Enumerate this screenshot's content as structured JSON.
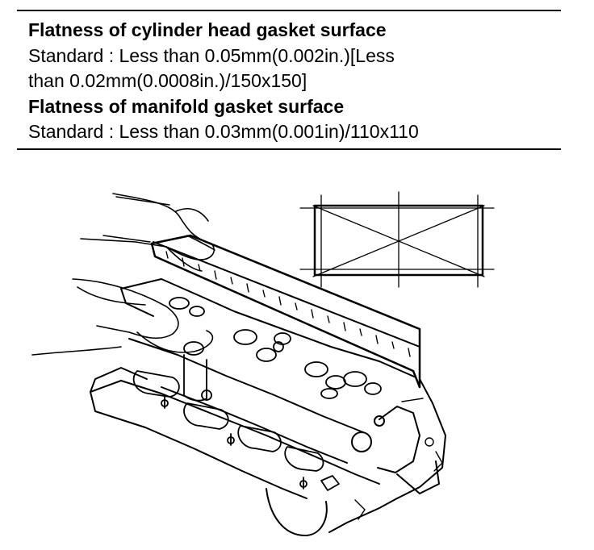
{
  "spec": {
    "cylinder_head": {
      "heading": "Flatness of cylinder head gasket surface",
      "standard_line1": "Standard :  Less than 0.05mm(0.002in.)[Less",
      "standard_line2": "than 0.02mm(0.0008in.)/150x150]"
    },
    "manifold": {
      "heading": "Flatness of manifold gasket surface",
      "standard": "Standard : Less than 0.03mm(0.001in)/110x110"
    }
  },
  "illustration": {
    "subject": "straight edge across cylinder head gasket surface",
    "line_color": "#000000"
  }
}
